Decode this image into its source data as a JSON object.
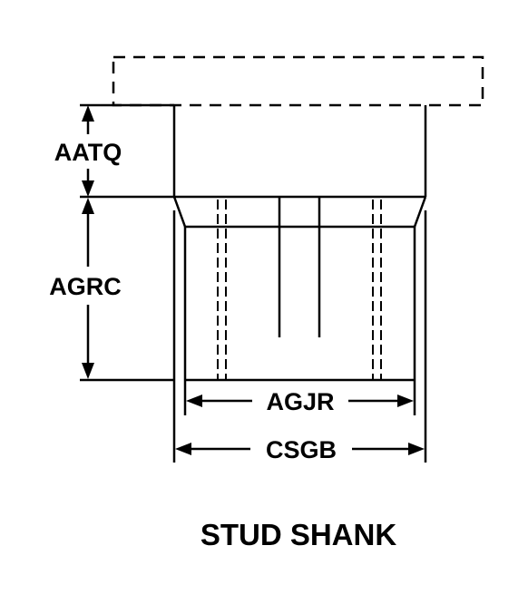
{
  "labels": {
    "aatq": "AATQ",
    "agrc": "AGRC",
    "agjr": "AGJR",
    "csgb": "CSGB"
  },
  "title": "STUD SHANK"
}
